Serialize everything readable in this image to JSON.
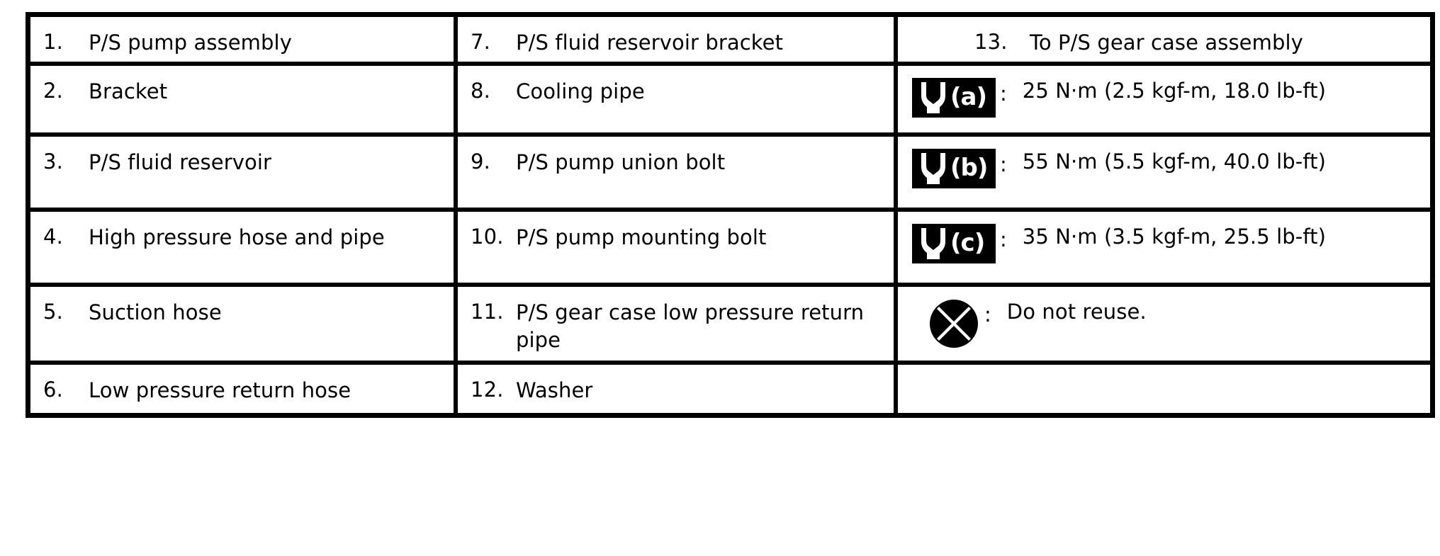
{
  "table": {
    "columns": [
      "parts-column-1",
      "parts-column-2",
      "legend-column-3"
    ],
    "rows": [
      {
        "col1": {
          "num": "1.",
          "text": "P/S pump assembly"
        },
        "col2": {
          "num": "7.",
          "text": "P/S fluid reservoir bracket"
        },
        "col3": {
          "kind": "numbered",
          "num": "13.",
          "text": "To P/S gear case assembly"
        }
      },
      {
        "col1": {
          "num": "2.",
          "text": "Bracket"
        },
        "col2": {
          "num": "8.",
          "text": "Cooling pipe"
        },
        "col3": {
          "kind": "torque",
          "icon": "wrench-torque-icon",
          "letter": "(a)",
          "colon": ":",
          "value": "25 N·m (2.5 kgf-m, 18.0 lb-ft)"
        }
      },
      {
        "col1": {
          "num": "3.",
          "text": "P/S fluid reservoir"
        },
        "col2": {
          "num": "9.",
          "text": "P/S pump union bolt"
        },
        "col3": {
          "kind": "torque",
          "icon": "wrench-torque-icon",
          "letter": "(b)",
          "colon": ":",
          "value": "55 N·m (5.5 kgf-m, 40.0 lb-ft)"
        }
      },
      {
        "col1": {
          "num": "4.",
          "text": "High pressure hose and pipe"
        },
        "col2": {
          "num": "10.",
          "text": "P/S pump mounting bolt"
        },
        "col3": {
          "kind": "torque",
          "icon": "wrench-torque-icon",
          "letter": "(c)",
          "colon": ":",
          "value": "35 N·m (3.5 kgf-m, 25.5 lb-ft)"
        }
      },
      {
        "col1": {
          "num": "5.",
          "text": "Suction hose"
        },
        "col2": {
          "num": "11.",
          "text": "P/S gear case low pressure return pipe"
        },
        "col3": {
          "kind": "note",
          "icon": "crossed-circle-do-not-reuse-icon",
          "colon": ":",
          "value": "Do not reuse."
        }
      },
      {
        "col1": {
          "num": "6.",
          "text": "Low pressure return hose"
        },
        "col2": {
          "num": "12.",
          "text": "Washer"
        },
        "col3": {
          "kind": "empty",
          "text": ""
        }
      }
    ]
  },
  "colors": {
    "ink": "#000000",
    "paper": "#ffffff",
    "badge_background": "#000000",
    "badge_foreground": "#ffffff"
  }
}
